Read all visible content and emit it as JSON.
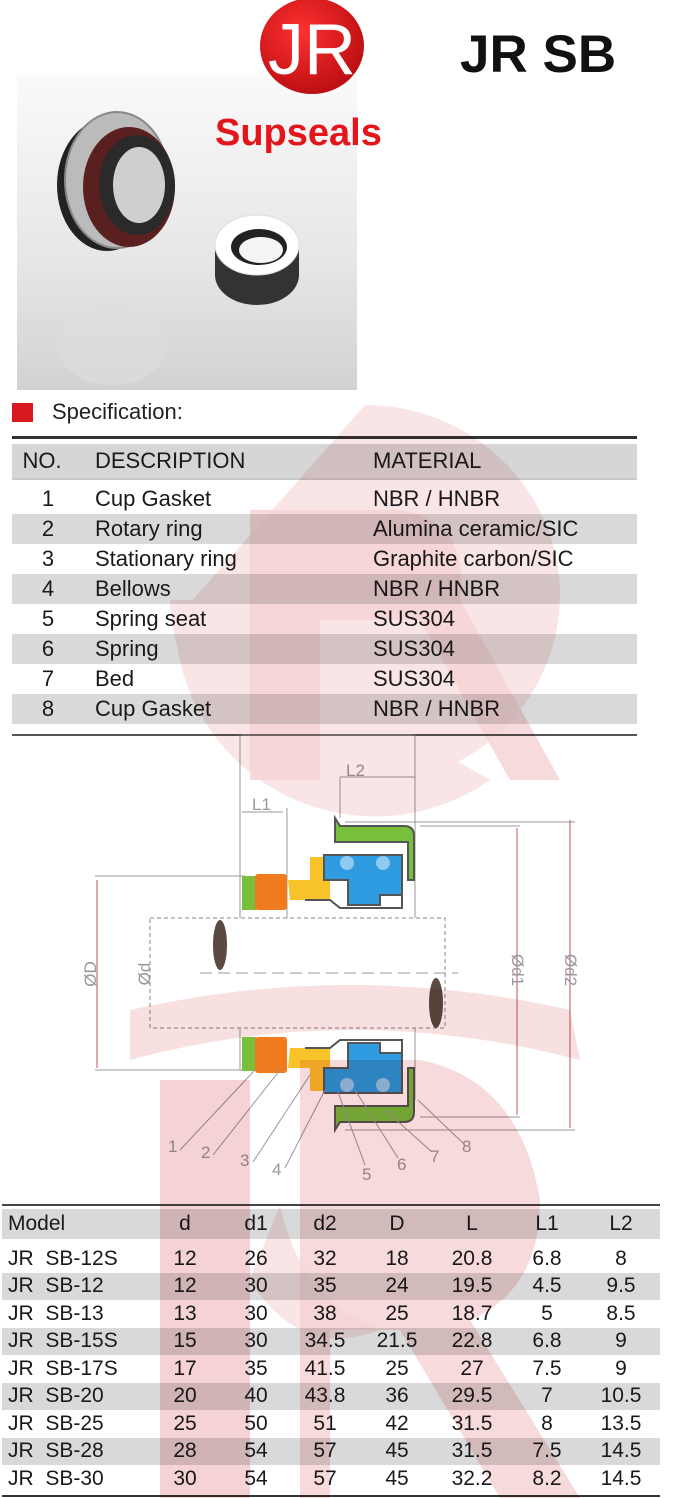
{
  "header": {
    "logo_letters": "JR",
    "brand": "Supseals",
    "title": "JR SB"
  },
  "colors": {
    "brand_red": "#e3161b",
    "spec_marker": "#d71920",
    "row_stripe": "#d9d9d9"
  },
  "specification": {
    "heading": "Specification:",
    "columns": {
      "no": "NO.",
      "description": "DESCRIPTION",
      "material": "MATERIAL"
    },
    "rows": [
      {
        "no": "1",
        "description": "Cup Gasket",
        "material": "NBR / HNBR"
      },
      {
        "no": "2",
        "description": "Rotary ring",
        "material": "Alumina ceramic/SIC"
      },
      {
        "no": "3",
        "description": "Stationary ring",
        "material": "Graphite carbon/SIC"
      },
      {
        "no": "4",
        "description": "Bellows",
        "material": "NBR / HNBR"
      },
      {
        "no": "5",
        "description": "Spring seat",
        "material": "SUS304"
      },
      {
        "no": "6",
        "description": "Spring",
        "material": "SUS304"
      },
      {
        "no": "7",
        "description": "Bed",
        "material": "SUS304"
      },
      {
        "no": "8",
        "description": "Cup Gasket",
        "material": "NBR / HNBR"
      }
    ]
  },
  "diagram": {
    "labels": {
      "L1": "L1",
      "L2": "L2",
      "D": "ØD",
      "d": "Ød",
      "d1": "Ød1",
      "d2": "Ød2"
    },
    "part_numbers": [
      "1",
      "2",
      "3",
      "4",
      "5",
      "6",
      "7",
      "8"
    ]
  },
  "models": {
    "columns": [
      "Model",
      "d",
      "d1",
      "d2",
      "D",
      "L",
      "L1",
      "L2"
    ],
    "rows": [
      [
        "JR  SB-12S",
        "12",
        "26",
        "32",
        "18",
        "20.8",
        "6.8",
        "8"
      ],
      [
        "JR  SB-12",
        "12",
        "30",
        "35",
        "24",
        "19.5",
        "4.5",
        "9.5"
      ],
      [
        "JR  SB-13",
        "13",
        "30",
        "38",
        "25",
        "18.7",
        "5",
        "8.5"
      ],
      [
        "JR  SB-15S",
        "15",
        "30",
        "34.5",
        "21.5",
        "22.8",
        "6.8",
        "9"
      ],
      [
        "JR  SB-17S",
        "17",
        "35",
        "41.5",
        "25",
        "27",
        "7.5",
        "9"
      ],
      [
        "JR  SB-20",
        "20",
        "40",
        "43.8",
        "36",
        "29.5",
        "7",
        "10.5"
      ],
      [
        "JR  SB-25",
        "25",
        "50",
        "51",
        "42",
        "31.5",
        "8",
        "13.5"
      ],
      [
        "JR  SB-28",
        "28",
        "54",
        "57",
        "45",
        "31.5",
        "7.5",
        "14.5"
      ],
      [
        "JR  SB-30",
        "30",
        "54",
        "57",
        "45",
        "32.2",
        "8.2",
        "14.5"
      ]
    ]
  }
}
